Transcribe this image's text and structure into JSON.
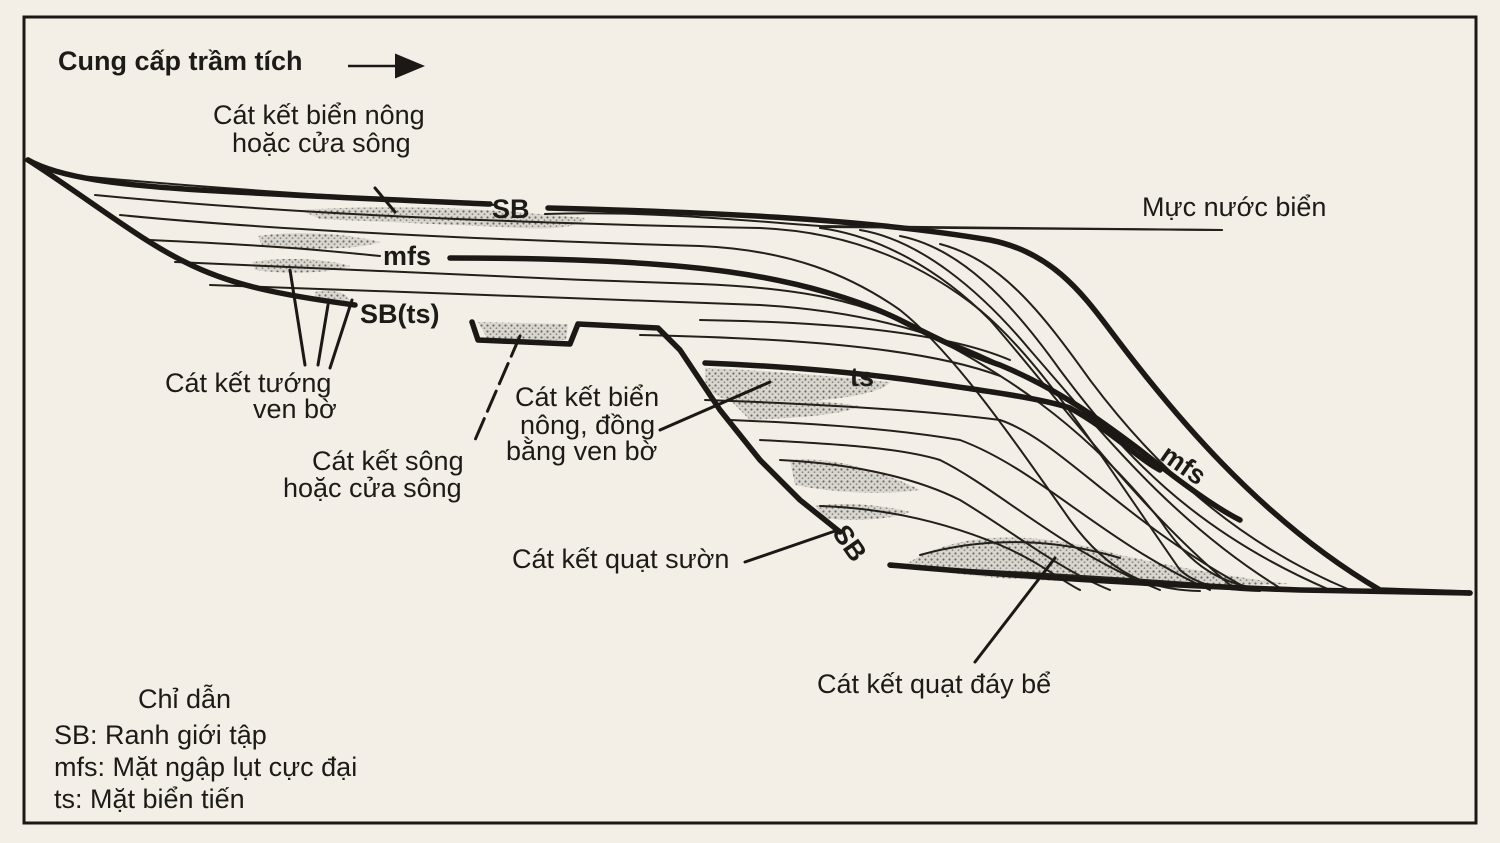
{
  "supply_label": "Cung cấp trầm tích",
  "labels": {
    "shallow_marine_top_1": "Cát kết biển nông",
    "shallow_marine_top_2": "hoặc cửa sông",
    "sea_level": "Mực nước biển",
    "sb_top": "SB",
    "mfs_top": "mfs",
    "sb_ts": "SB(ts)",
    "nearshore_1": "Cát kết tướng",
    "nearshore_2": "ven bờ",
    "river_1": "Cát kết sông",
    "river_2": "hoặc cửa sông",
    "shallow_marine_mid_1": "Cát kết biển",
    "shallow_marine_mid_2": "nông, đồng",
    "shallow_marine_mid_3": "bằng ven bờ",
    "ts": "ts",
    "mfs_slope": "mfs",
    "slope_fan": "Cát kết quạt sườn",
    "sb_bottom": "SB",
    "basin_floor_fan": "Cát kết quạt đáy bể"
  },
  "legend": {
    "title": "Chỉ dẫn",
    "items": [
      "SB: Ranh giới tập",
      "mfs: Mặt ngập lụt cực đại",
      "ts: Mặt biển tiến"
    ]
  }
}
